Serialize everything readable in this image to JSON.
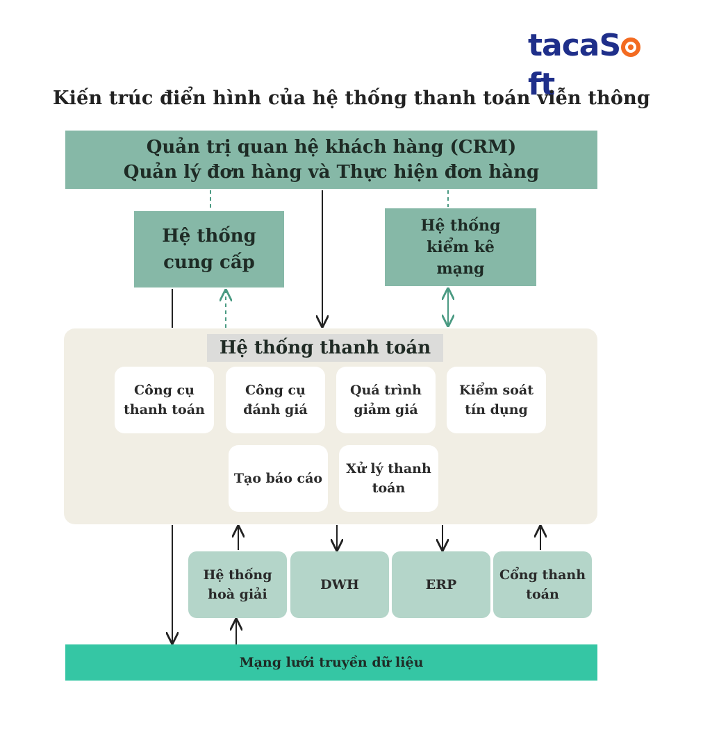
{
  "brand": {
    "logo_text_1": "taca",
    "logo_text_2": "S",
    "logo_text_3": "ft",
    "logo_accent": "#f36b21",
    "logo_color": "#1f2f8a"
  },
  "title": "Kiến trúc điển hình của hệ thống thanh toán viễn thông",
  "crm": {
    "line1": "Quản trị quan hệ khách hàng (CRM)",
    "line2": "Quản lý đơn hàng và Thực hiện đơn hàng"
  },
  "provisioning": {
    "line1": "Hệ thống",
    "line2": "cung cấp"
  },
  "inventory": {
    "line1": "Hệ thống",
    "line2": "kiểm kê",
    "line3": "mạng"
  },
  "billing": {
    "title": "Hệ thống thanh toán",
    "modules": [
      {
        "line1": "Công cụ",
        "line2": "thanh toán"
      },
      {
        "line1": "Công cụ",
        "line2": "đánh giá"
      },
      {
        "line1": "Quá trình",
        "line2": "giảm giá"
      },
      {
        "line1": "Kiểm soát",
        "line2": "tín dụng"
      },
      {
        "line1": "Tạo báo cáo",
        "line2": ""
      },
      {
        "line1": "Xử lý thanh",
        "line2": "toán"
      }
    ]
  },
  "external": [
    {
      "line1": "Hệ thống",
      "line2": "hoà giải"
    },
    {
      "line1": "DWH",
      "line2": ""
    },
    {
      "line1": "ERP",
      "line2": ""
    },
    {
      "line1": "Cổng thanh",
      "line2": "toán"
    }
  ],
  "network": "Mạng lưới truyền dữ liệu",
  "colors": {
    "box": "#86b8a7",
    "panel": "#f1eee4",
    "sub": "#b4d5c9",
    "network": "#35c6a4",
    "arrow": "#222222",
    "teal_arrow": "#4a9a82"
  }
}
